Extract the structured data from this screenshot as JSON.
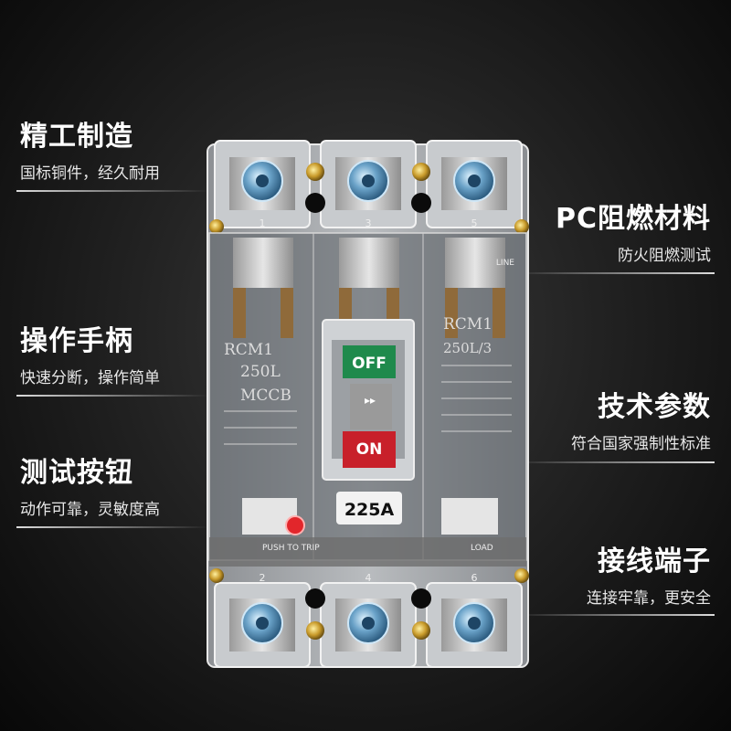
{
  "features": [
    {
      "id": "craft",
      "title": "精工制造",
      "desc": "国标铜件，经久耐用"
    },
    {
      "id": "handle",
      "title": "操作手柄",
      "desc": "快速分断，操作简单"
    },
    {
      "id": "test",
      "title": "测试按钮",
      "desc": "动作可靠，灵敏度高"
    },
    {
      "id": "material",
      "title": "PC阻燃材料",
      "desc": "防火阻燃测试"
    },
    {
      "id": "params",
      "title": "技术参数",
      "desc": "符合国家强制性标准"
    },
    {
      "id": "terminal",
      "title": "接线端子",
      "desc": "连接牢靠，更安全"
    }
  ],
  "breaker": {
    "off_label": "OFF",
    "on_label": "ON",
    "rating": "225A",
    "model_left": "RCM1",
    "current_left": "250L",
    "mccb": "MCCB",
    "model_right": "RCM1",
    "current_right": "250L/3",
    "push_to_trip": "PUSH TO TRIP",
    "load": "LOAD",
    "line": "LINE",
    "pole_top": [
      "1",
      "3",
      "5"
    ],
    "pole_bottom": [
      "2",
      "4",
      "6"
    ]
  },
  "colors": {
    "off": "#1f8a4c",
    "on": "#c8202a",
    "background": "#1a1a1a"
  }
}
